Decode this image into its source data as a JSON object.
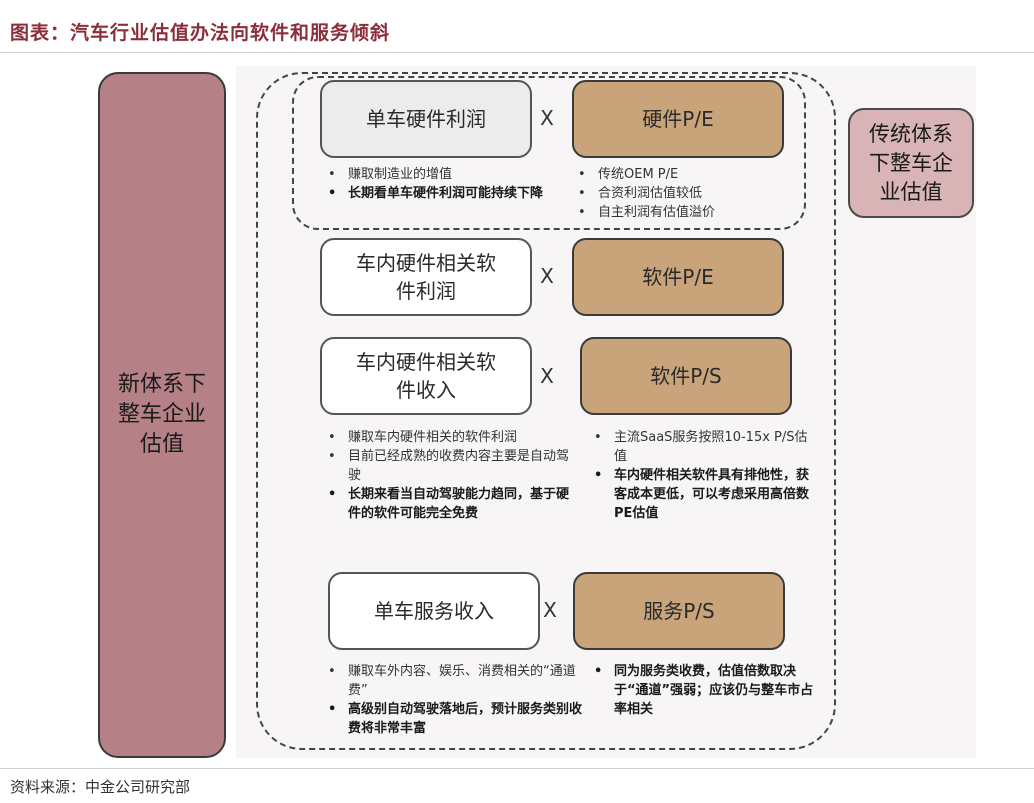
{
  "title": "图表：汽车行业估值办法向软件和服务倾斜",
  "source": "资料来源：中金公司研究部",
  "left_pillar": "新体系下整车企业估值",
  "right_box": "传统体系下整车企业估值",
  "multiply_sign": "X",
  "rows": [
    {
      "left_label": "单车硬件利润",
      "right_label": "硬件P/E",
      "left_bullets": [
        {
          "text": "赚取制造业的增值",
          "bold": false
        },
        {
          "text": "长期看单车硬件利润可能持续下降",
          "bold": true
        }
      ],
      "right_bullets": [
        {
          "text": "传统OEM P/E",
          "bold": false
        },
        {
          "text": "合资利润估值较低",
          "bold": false
        },
        {
          "text": "自主利润有估值溢价",
          "bold": false
        }
      ]
    },
    {
      "left_label": "车内硬件相关软件利润",
      "right_label": "软件P/E",
      "left_bullets": [],
      "right_bullets": []
    },
    {
      "left_label": "车内硬件相关软件收入",
      "right_label": "软件P/S",
      "left_bullets": [
        {
          "text": "赚取车内硬件相关的软件利润",
          "bold": false
        },
        {
          "text": "目前已经成熟的收费内容主要是自动驾驶",
          "bold": false
        },
        {
          "text": "长期来看当自动驾驶能力趋同，基于硬件的软件可能完全免费",
          "bold": true
        }
      ],
      "right_bullets": [
        {
          "text": "主流SaaS服务按照10-15x P/S估值",
          "bold": false
        },
        {
          "text": "车内硬件相关软件具有排他性，获客成本更低，可以考虑采用高倍数PE估值",
          "bold": true
        }
      ]
    },
    {
      "left_label": "单车服务收入",
      "right_label": "服务P/S",
      "left_bullets": [
        {
          "text": "赚取车外内容、娱乐、消费相关的“通道费”",
          "bold": false
        },
        {
          "text": "高级别自动驾驶落地后，预计服务类别收费将非常丰富",
          "bold": true
        }
      ],
      "right_bullets": [
        {
          "text": "同为服务类收费，估值倍数取决于“通道”强弱；应该仍与整车市占率相关",
          "bold": true
        }
      ]
    }
  ]
}
